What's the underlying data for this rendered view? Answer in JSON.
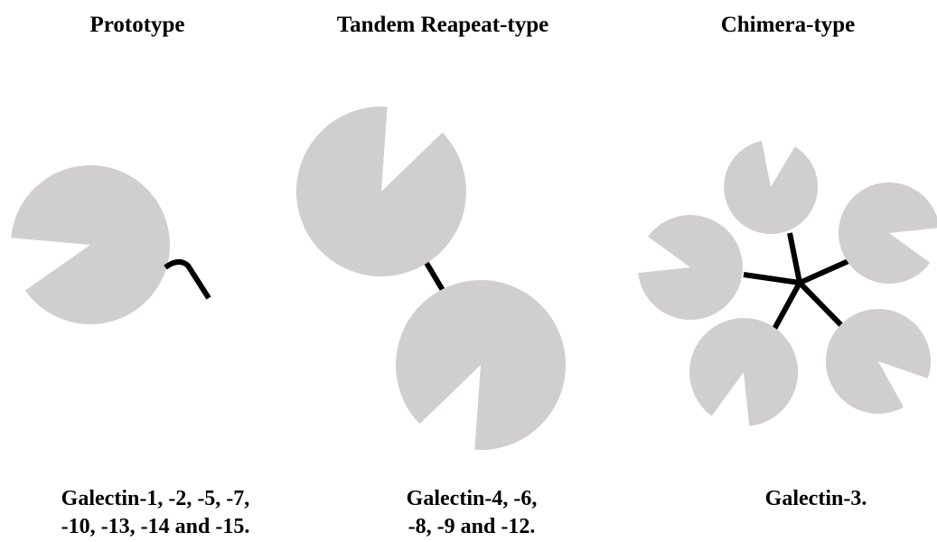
{
  "columns": [
    {
      "id": "prototype",
      "title": "Prototype",
      "caption_lines": [
        "Galectin-1, -2, -5, -7,",
        "-10, -13, -14 and -15."
      ]
    },
    {
      "id": "tandem-repeat",
      "title": "Tandem Reapeat-type",
      "caption_lines": [
        "Galectin-4, -6,",
        "-8, -9 and -12."
      ]
    },
    {
      "id": "chimera",
      "title": "Chimera-type",
      "caption_lines": [
        "Galectin-3."
      ]
    }
  ],
  "colors": {
    "domain_fill": "#d0cecf",
    "linker": "#000000",
    "text": "#000000"
  }
}
